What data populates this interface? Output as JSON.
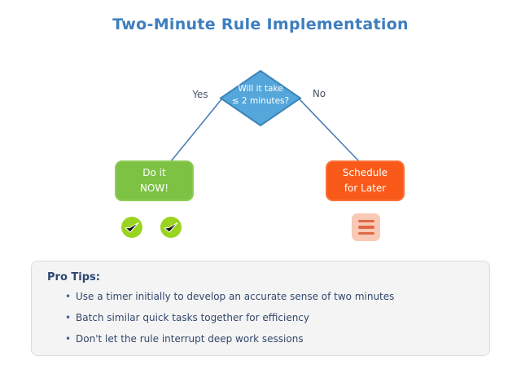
{
  "title": "Two-Minute Rule Implementation",
  "flowchart": {
    "decision_label": "Will it take\n≤ 2 minutes?",
    "yes_label": "Yes",
    "no_label": "No",
    "action_now_label": "Do it\nNOW!",
    "action_later_label": "Schedule\nfor Later"
  },
  "icons": {
    "yes_outcome": "checkmark-icon",
    "yes_outcome_count": 2,
    "no_outcome": "list-icon"
  },
  "protips": {
    "heading": "Pro Tips:",
    "items": [
      "Use a timer initially to develop an accurate sense of two minutes",
      "Batch similar quick tasks together for efficiency",
      "Don't let the rule interrupt deep work sessions"
    ]
  },
  "colors": {
    "title": "#3d7ebf",
    "diamond_fill": "#55a6da",
    "diamond_border": "#3d85b8",
    "connector": "#4a7fb5",
    "yes_box": "#7dc243",
    "no_box": "#f95a19",
    "check_circle": "#9ad41e",
    "list_icon_bg": "#f8c9b4",
    "list_icon_bars": "#dd6a46",
    "tips_heading": "#2c4770",
    "tips_text": "#33476b"
  }
}
